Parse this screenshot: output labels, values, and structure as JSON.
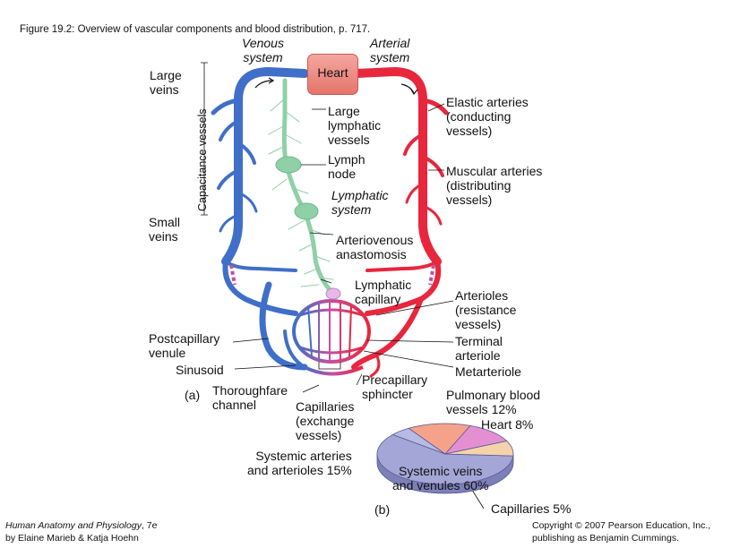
{
  "figure": {
    "caption": "Figure 19.2: Overview of vascular components and blood distribution, p. 717.",
    "part_a_marker": "(a)",
    "part_b_marker": "(b)"
  },
  "labels": {
    "venous_system": "Venous\nsystem",
    "arterial_system": "Arterial\nsystem",
    "heart": "Heart",
    "large_veins": "Large\nveins",
    "capacitance_vessels": "Capacitance vessels",
    "small_veins": "Small\nveins",
    "large_lymphatic_vessels": "Large\nlymphatic\nvessels",
    "lymph_node": "Lymph\nnode",
    "lymphatic_system": "Lymphatic\nsystem",
    "elastic_arteries": "Elastic arteries\n(conducting\nvessels)",
    "muscular_arteries": "Muscular arteries\n(distributing\nvessels)",
    "arteriovenous_anastomosis": "Arteriovenous\nanastomosis",
    "lymphatic_capillary": "Lymphatic\ncapillary",
    "arterioles": "Arterioles\n(resistance\nvessels)",
    "terminal_arteriole": "Terminal\narteriole",
    "metarteriole": "Metarteriole",
    "postcapillary_venule": "Postcapillary\nvenule",
    "sinusoid": "Sinusoid",
    "thoroughfare_channel": "Thoroughfare\nchannel",
    "precapillary_sphincter": "Precapillary\nsphincter",
    "capillaries": "Capillaries\n(exchange\nvessels)"
  },
  "chart_data": {
    "type": "pie",
    "slices": [
      {
        "label": "Systemic veins\nand venules 60%",
        "value": 60,
        "color": "#a3a6d6"
      },
      {
        "label": "Capillaries 5%",
        "value": 5,
        "color": "#b7bbe3"
      },
      {
        "label": "Systemic arteries\nand arterioles 15%",
        "value": 15,
        "color": "#f4a38a"
      },
      {
        "label": "Pulmonary blood\nvessels 12%",
        "value": 12,
        "color": "#e58fd3"
      },
      {
        "label": "Heart 8%",
        "value": 8,
        "color": "#f5d2a9"
      }
    ]
  },
  "credits": {
    "book_title": "Human Anatomy and Physiology",
    "book_edition": ", 7e",
    "authors": "by Elaine Marieb & Katja Hoehn",
    "copyright_line1": "Copyright © 2007 Pearson Education, Inc.,",
    "copyright_line2": "publishing as Benjamin Cummings."
  },
  "colors": {
    "vein": "#3f6fc8",
    "artery": "#e8263c",
    "lymph": "#8fd0a6",
    "heart": "#e5746c"
  }
}
